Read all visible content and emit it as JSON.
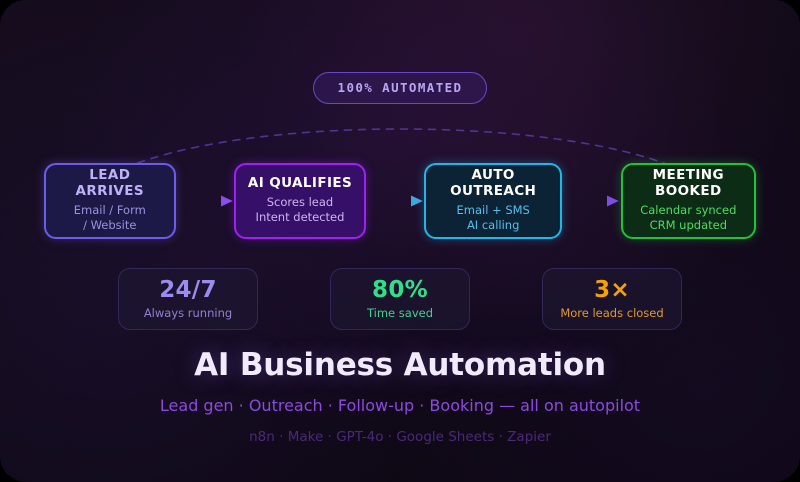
{
  "badge": {
    "label": "100% AUTOMATED"
  },
  "flow": {
    "nodes": [
      {
        "title": "LEAD ARRIVES",
        "sub_line1": "Email / Form",
        "sub_line2": "/ Website",
        "border_color": "#6c5ce7",
        "fill_color": "#1d1947"
      },
      {
        "title": "AI QUALIFIES",
        "sub_line1": "Scores lead",
        "sub_line2": "Intent detected",
        "border_color": "#a020f0",
        "fill_color": "#350f68"
      },
      {
        "title": "AUTO OUTREACH",
        "sub_line1": "Email + SMS",
        "sub_line2": "AI calling",
        "border_color": "#1fb6e8",
        "fill_color": "#0c2235"
      },
      {
        "title": "MEETING BOOKED",
        "sub_line1": "Calendar synced",
        "sub_line2": "CRM updated",
        "border_color": "#22c03c",
        "fill_color": "#0d2c15"
      }
    ],
    "connectors": [
      {
        "from_color": "#6c5ce7",
        "to_color": "#8a4df0"
      },
      {
        "from_color": "#9b30f0",
        "to_color": "#3aa9e0"
      },
      {
        "from_color": "#1fb6e8",
        "to_color": "#7b4de0"
      }
    ],
    "arc_color": "#5b3aa0"
  },
  "stats": [
    {
      "value": "24/7",
      "label": "Always running",
      "color": "#9b8cf0"
    },
    {
      "value": "80%",
      "label": "Time saved",
      "color": "#2fe08a"
    },
    {
      "value": "3×",
      "label": "More leads closed",
      "color": "#f5a300"
    }
  ],
  "headline": {
    "title": "AI Business Automation",
    "subtitle": "Lead gen · Outreach · Follow-up · Booking — all on autopilot",
    "tools": "n8n · Make · GPT-4o · Google Sheets · Zapier"
  }
}
